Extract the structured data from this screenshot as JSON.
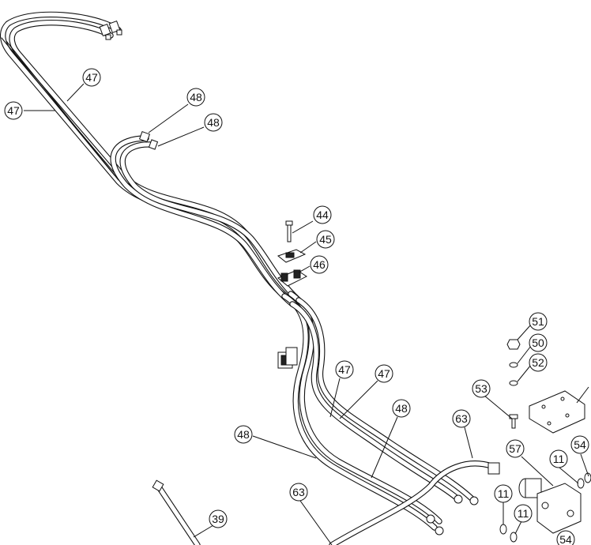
{
  "callouts": [
    {
      "id": "c47a",
      "label": "47"
    },
    {
      "id": "c47b",
      "label": "47"
    },
    {
      "id": "c48a",
      "label": "48"
    },
    {
      "id": "c48b",
      "label": "48"
    },
    {
      "id": "c44",
      "label": "44"
    },
    {
      "id": "c45",
      "label": "45"
    },
    {
      "id": "c46",
      "label": "46"
    },
    {
      "id": "c47c",
      "label": "47"
    },
    {
      "id": "c47d",
      "label": "47"
    },
    {
      "id": "c48c",
      "label": "48"
    },
    {
      "id": "c48d",
      "label": "48"
    },
    {
      "id": "c63a",
      "label": "63"
    },
    {
      "id": "c63b",
      "label": "63"
    },
    {
      "id": "c39",
      "label": "39"
    },
    {
      "id": "c51",
      "label": "51"
    },
    {
      "id": "c50",
      "label": "50"
    },
    {
      "id": "c52",
      "label": "52"
    },
    {
      "id": "c53",
      "label": "53"
    },
    {
      "id": "c57",
      "label": "57"
    },
    {
      "id": "c11a",
      "label": "11"
    },
    {
      "id": "c11b",
      "label": "11"
    },
    {
      "id": "c11c",
      "label": "11"
    },
    {
      "id": "c54a",
      "label": "54"
    },
    {
      "id": "c54b",
      "label": "54"
    }
  ]
}
